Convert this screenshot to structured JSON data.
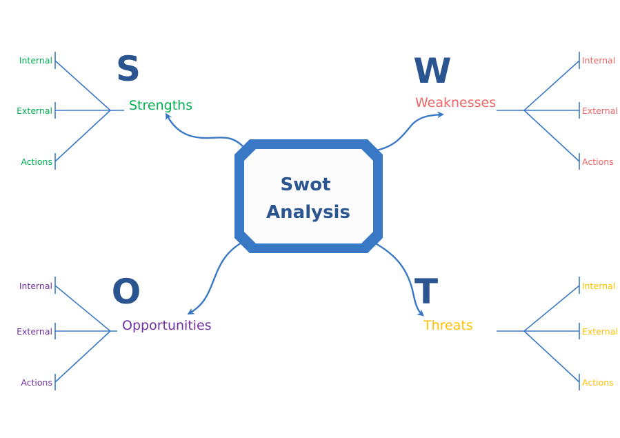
{
  "center": {
    "line1": "Swot",
    "line2": "Analysis"
  },
  "quadrants": {
    "strengths": {
      "letter": "S",
      "title": "Strengths",
      "color": "#00b050",
      "items": [
        "Internal",
        "External",
        "Actions"
      ]
    },
    "weaknesses": {
      "letter": "W",
      "title": "Weaknesses",
      "color": "#f06464",
      "items": [
        "Internal",
        "External",
        "Actions"
      ]
    },
    "opportunities": {
      "letter": "O",
      "title": "Opportunities",
      "color": "#7030a0",
      "items": [
        "Internal",
        "External",
        "Actions"
      ]
    },
    "threats": {
      "letter": "T",
      "title": "Threats",
      "color": "#ffc000",
      "items": [
        "Internal",
        "External",
        "Actions"
      ]
    }
  },
  "colors": {
    "line": "#3878c4",
    "letter": "#2a5590"
  }
}
